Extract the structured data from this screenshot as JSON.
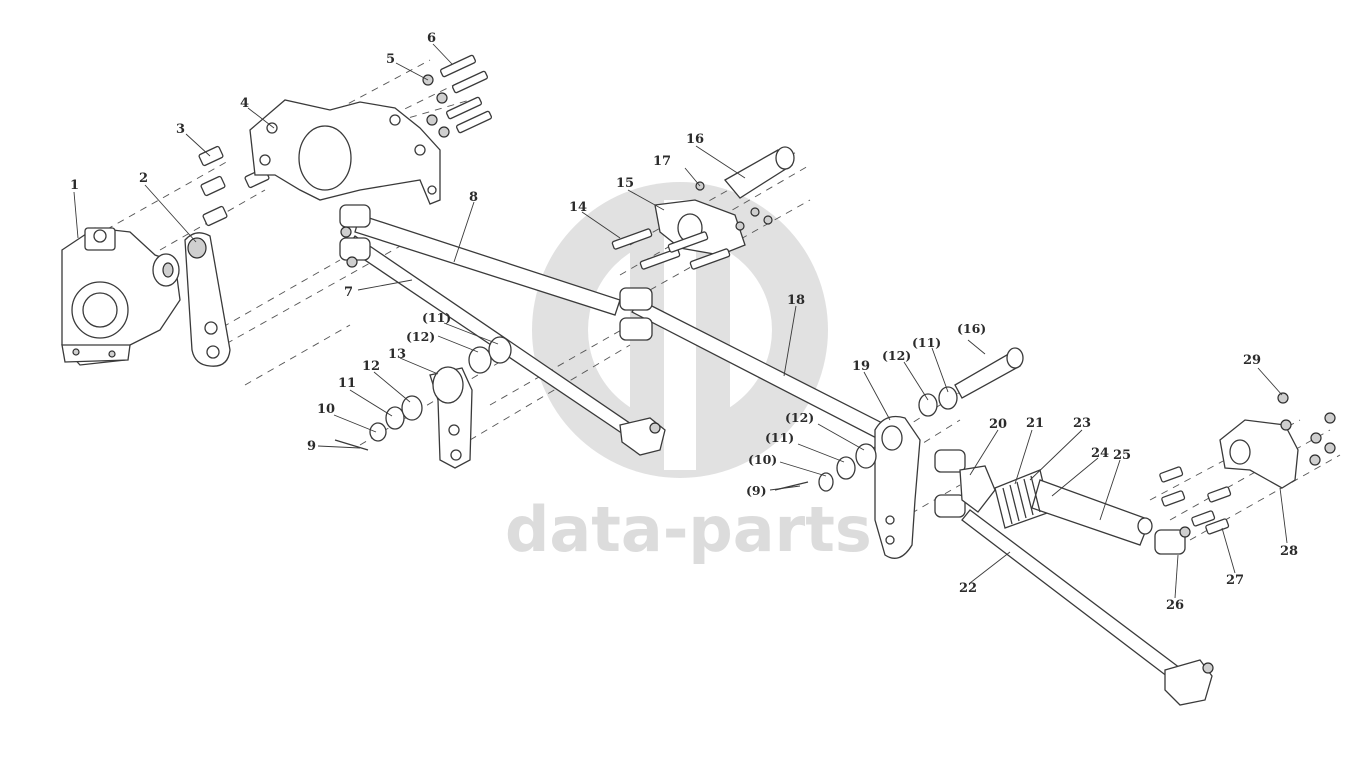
{
  "watermark": {
    "brand": "data-parts",
    "color": "#d9d9d9"
  },
  "callouts": [
    {
      "id": "c1",
      "label": "1"
    },
    {
      "id": "c2",
      "label": "2"
    },
    {
      "id": "c3",
      "label": "3"
    },
    {
      "id": "c4",
      "label": "4"
    },
    {
      "id": "c5",
      "label": "5"
    },
    {
      "id": "c6",
      "label": "6"
    },
    {
      "id": "c7",
      "label": "7"
    },
    {
      "id": "c8",
      "label": "8"
    },
    {
      "id": "c9",
      "label": "9"
    },
    {
      "id": "c10",
      "label": "10"
    },
    {
      "id": "c11",
      "label": "11"
    },
    {
      "id": "c12",
      "label": "12"
    },
    {
      "id": "c13",
      "label": "13"
    },
    {
      "id": "c11p",
      "label": "(11)"
    },
    {
      "id": "c12p",
      "label": "(12)"
    },
    {
      "id": "c14",
      "label": "14"
    },
    {
      "id": "c15",
      "label": "15"
    },
    {
      "id": "c16",
      "label": "16"
    },
    {
      "id": "c17",
      "label": "17"
    },
    {
      "id": "c18",
      "label": "18"
    },
    {
      "id": "c19",
      "label": "19"
    },
    {
      "id": "c12p2",
      "label": "(12)"
    },
    {
      "id": "c11p2",
      "label": "(11)"
    },
    {
      "id": "c16p",
      "label": "(16)"
    },
    {
      "id": "c12p3",
      "label": "(12)"
    },
    {
      "id": "c11p3",
      "label": "(11)"
    },
    {
      "id": "c10p",
      "label": "(10)"
    },
    {
      "id": "c9p",
      "label": "(9)"
    },
    {
      "id": "c20",
      "label": "20"
    },
    {
      "id": "c21",
      "label": "21"
    },
    {
      "id": "c23",
      "label": "23"
    },
    {
      "id": "c24",
      "label": "24"
    },
    {
      "id": "c25",
      "label": "25"
    },
    {
      "id": "c22",
      "label": "22"
    },
    {
      "id": "c26",
      "label": "26"
    },
    {
      "id": "c27",
      "label": "27"
    },
    {
      "id": "c28",
      "label": "28"
    },
    {
      "id": "c29",
      "label": "29"
    }
  ]
}
